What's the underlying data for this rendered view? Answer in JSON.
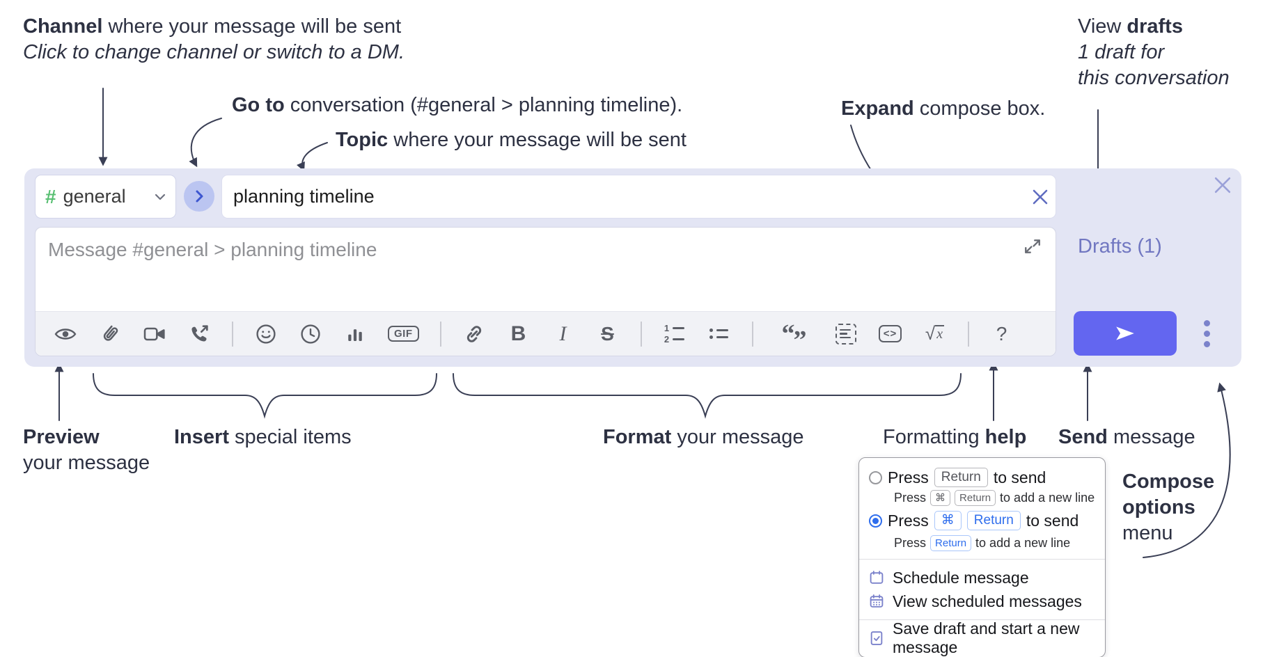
{
  "annotations": {
    "channel": {
      "bold": "Channel",
      "rest": " where your message will be sent",
      "line2": "Click to change channel or switch to a DM."
    },
    "goto": {
      "bold": "Go to",
      "rest": " conversation (#general > planning timeline)."
    },
    "topic": {
      "bold": "Topic",
      "rest": " where your message will be sent"
    },
    "expand": {
      "bold": "Expand",
      "rest": " compose box."
    },
    "drafts": {
      "line1_pre": "View ",
      "line1_bold": "drafts",
      "line2": "1 draft for",
      "line3": "this conversation"
    },
    "preview": {
      "bold": "Preview",
      "line2": "your message"
    },
    "insert": {
      "bold": "Insert",
      "rest": " special items"
    },
    "format": {
      "bold": "Format",
      "rest": " your message"
    },
    "help": {
      "pre": "Formatting ",
      "bold": "help"
    },
    "send": {
      "bold": "Send",
      "rest": " message"
    },
    "compose_menu": {
      "line1": "Compose",
      "line2": "options",
      "line3": "menu"
    }
  },
  "compose": {
    "channel_hash": "#",
    "channel_name": "general",
    "topic_value": "planning timeline",
    "message_placeholder": "Message #general > planning timeline",
    "drafts_link": "Drafts (1)",
    "toolbar_icons": [
      "preview",
      "attach-file",
      "add-video-call",
      "add-voice-call",
      "divider",
      "emoji",
      "add-global-time",
      "add-poll",
      "add-gif",
      "divider",
      "link",
      "bold",
      "italic",
      "strikethrough",
      "divider",
      "numbered-list",
      "bulleted-list",
      "divider",
      "quote",
      "spoiler",
      "code",
      "math",
      "divider",
      "message-formatting-help"
    ],
    "gif_label": "GIF",
    "bold_label": "B",
    "italic_label": "I",
    "strike_label": "S",
    "ol_num1": "1",
    "ol_num2": "2",
    "quote_open": "“",
    "quote_close": "”",
    "code_label": "<>",
    "math_sqrt": "√",
    "math_x": "x",
    "help_label": "?"
  },
  "popup": {
    "option1": {
      "pre": "Press",
      "key": "Return",
      "post": "to send",
      "sub_pre": "Press",
      "sub_key1": "⌘",
      "sub_key2": "Return",
      "sub_post": "to add a new line"
    },
    "option2": {
      "pre": "Press",
      "key1": "⌘",
      "key2": "Return",
      "post": "to send",
      "sub_pre": "Press",
      "sub_key": "Return",
      "sub_post": "to add a new line"
    },
    "menu_items": [
      {
        "label": "Schedule message",
        "icon": "calendar-icon"
      },
      {
        "label": "View scheduled messages",
        "icon": "calendar-days-icon"
      },
      {
        "label": "Save draft and start a new message",
        "icon": "save-draft-icon"
      }
    ]
  },
  "colors": {
    "compose_background": "#e3e5f4",
    "toolbar_background": "#f1f2f6",
    "send_button": "#6366f0",
    "drafts_link": "#7177c1",
    "channel_green": "#58bf72",
    "narrow_circle": "#bbc5f1",
    "icon_gray": "#5b5e66",
    "selected_blue": "#2e6ded",
    "purple_icon": "#7b82cb",
    "annotation_text": "#2d3142"
  }
}
